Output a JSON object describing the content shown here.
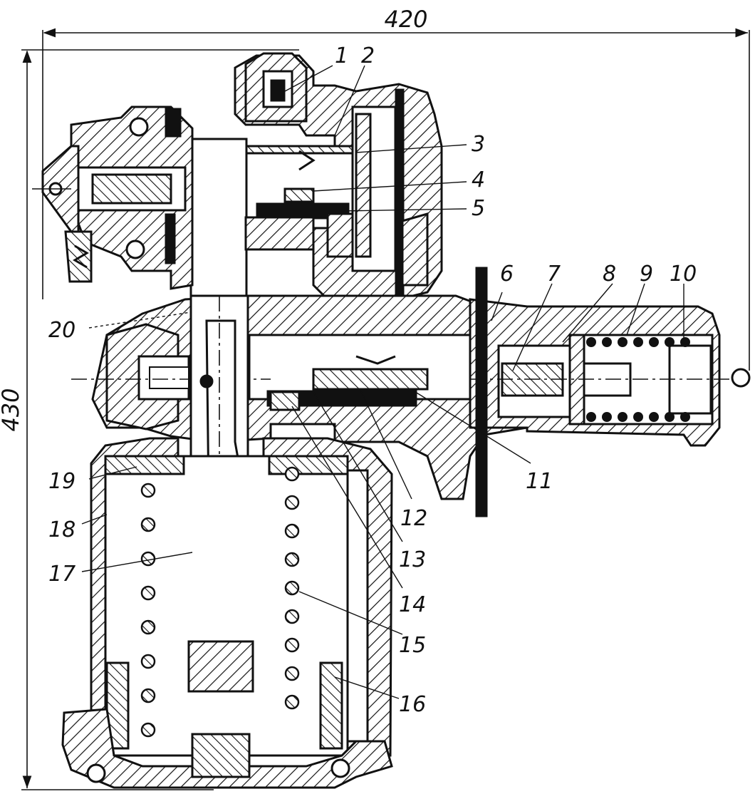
{
  "dimensions": {
    "width_label": "420",
    "height_label": "430"
  },
  "callouts": [
    {
      "id": "1",
      "text": "1"
    },
    {
      "id": "2",
      "text": "2"
    },
    {
      "id": "3",
      "text": "3"
    },
    {
      "id": "4",
      "text": "4"
    },
    {
      "id": "5",
      "text": "5"
    },
    {
      "id": "6",
      "text": "6"
    },
    {
      "id": "7",
      "text": "7"
    },
    {
      "id": "8",
      "text": "8"
    },
    {
      "id": "9",
      "text": "9"
    },
    {
      "id": "10",
      "text": "10"
    },
    {
      "id": "11",
      "text": "11"
    },
    {
      "id": "12",
      "text": "12"
    },
    {
      "id": "13",
      "text": "13"
    },
    {
      "id": "14",
      "text": "14"
    },
    {
      "id": "15",
      "text": "15"
    },
    {
      "id": "16",
      "text": "16"
    },
    {
      "id": "17",
      "text": "17"
    },
    {
      "id": "18",
      "text": "18"
    },
    {
      "id": "19",
      "text": "19"
    },
    {
      "id": "20",
      "text": "20"
    }
  ],
  "colors": {
    "ink": "#111111",
    "paper": "#ffffff"
  }
}
